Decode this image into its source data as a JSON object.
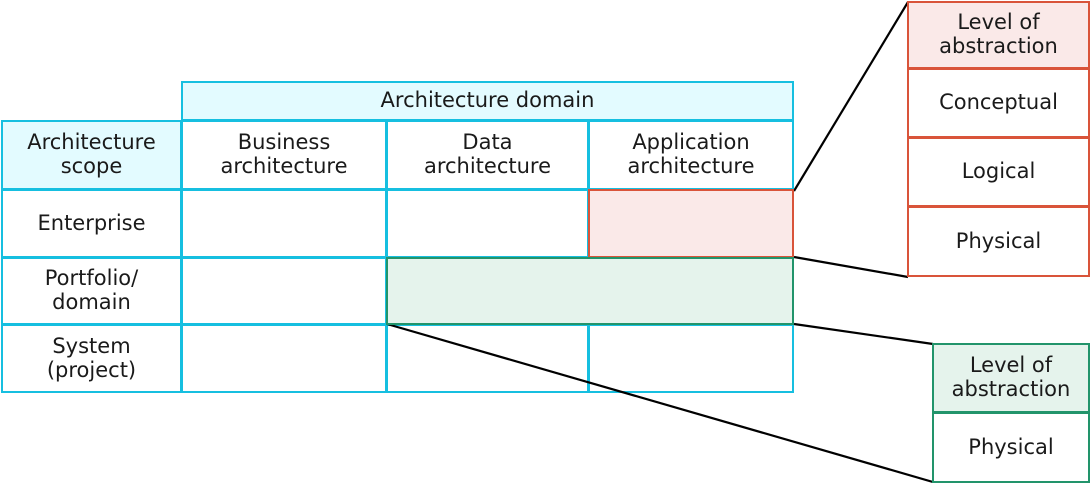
{
  "diagram": {
    "matrix": {
      "domain_header": "Architecture domain",
      "scope_header": "Architecture\nscope",
      "columns": [
        "Business\narchitecture",
        "Data\narchitecture",
        "Application\narchitecture"
      ],
      "rows": [
        "Enterprise",
        "Portfolio/\ndomain",
        "System\n(project)"
      ]
    },
    "panels": [
      {
        "id": "abstraction-full",
        "title": "Level of\nabstraction",
        "items": [
          "Conceptual",
          "Logical",
          "Physical"
        ],
        "accent": "#d9543a",
        "fill": "#fae9e8"
      },
      {
        "id": "abstraction-physical",
        "title": "Level of\nabstraction",
        "items": [
          "Physical"
        ],
        "accent": "#22946b",
        "fill": "#e5f3ec"
      }
    ],
    "colors": {
      "matrix_accent": "#16bfe0",
      "matrix_header_fill": "#e3fbff",
      "enterprise_app_accent": "#d9543a",
      "enterprise_app_fill": "#fae9e8",
      "portfolio_band_accent": "#22946b",
      "portfolio_band_fill": "#e5f3ec",
      "connector": "#000000"
    }
  }
}
